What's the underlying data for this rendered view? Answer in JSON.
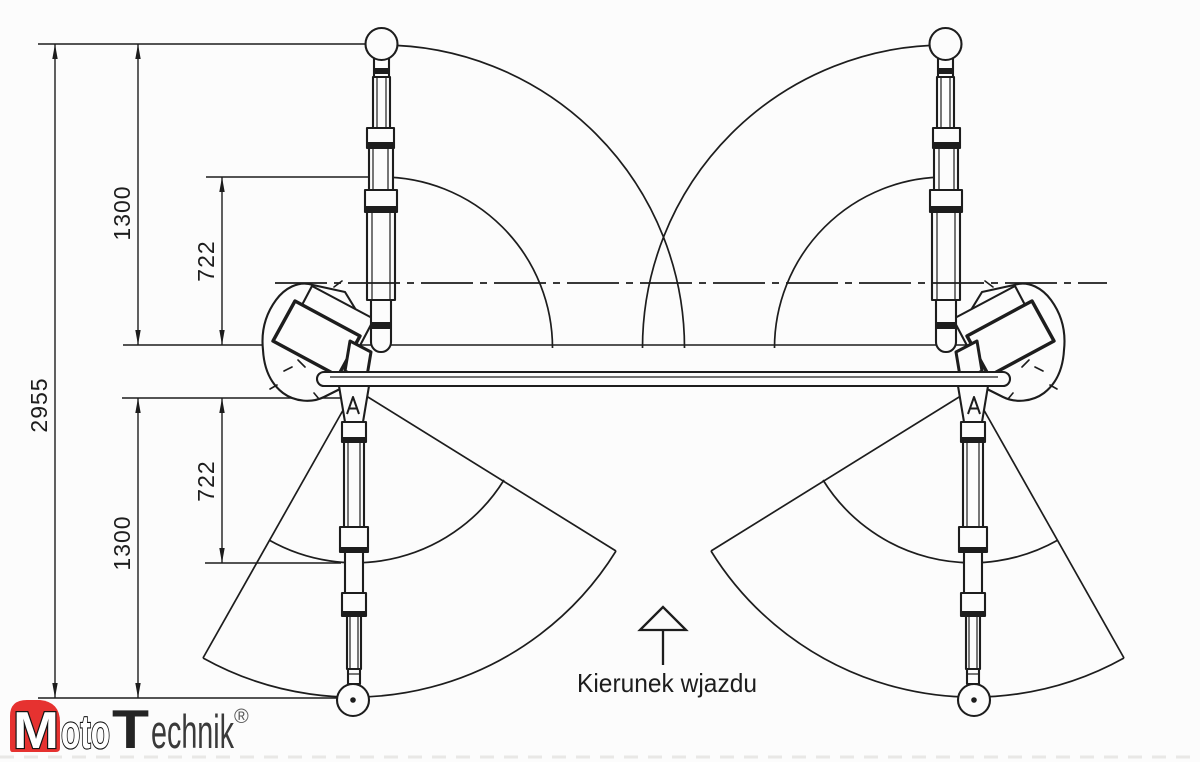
{
  "drawing": {
    "dimensions": {
      "overall_width": "2955",
      "arm_reach_max_top": "1300",
      "arm_reach_min_top": "722",
      "arm_reach_min_bottom": "722",
      "arm_reach_max_bottom": "1300"
    },
    "entry_direction_label": "Kierunek wjazdu"
  },
  "logo": {
    "part_m": "M",
    "part_oto": "oto",
    "part_t": "T",
    "part_echnik": "echnik",
    "registered_mark": "®"
  },
  "icons": {
    "entry_arrow": "up-arrow-outline",
    "arm_lock_symbol": "triangle-A-mark"
  },
  "colors": {
    "line": "#1d1d1d",
    "logo_red": "#e63230",
    "logo_black": "#242424",
    "logo_gray": "#3a3a3a",
    "background": "#fcfcfc"
  }
}
